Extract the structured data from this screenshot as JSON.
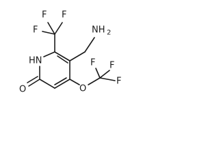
{
  "molecule": {
    "labels": {
      "f_top_left": "F",
      "f_top_right": "F",
      "f_left": "F",
      "nh2": "NH",
      "nh2_sub": "2",
      "nh": "HN",
      "o_carbonyl": "O",
      "o_ether": "O",
      "f_ocf3_left": "F",
      "f_ocf3_top": "F",
      "f_ocf3_right": "F"
    }
  }
}
